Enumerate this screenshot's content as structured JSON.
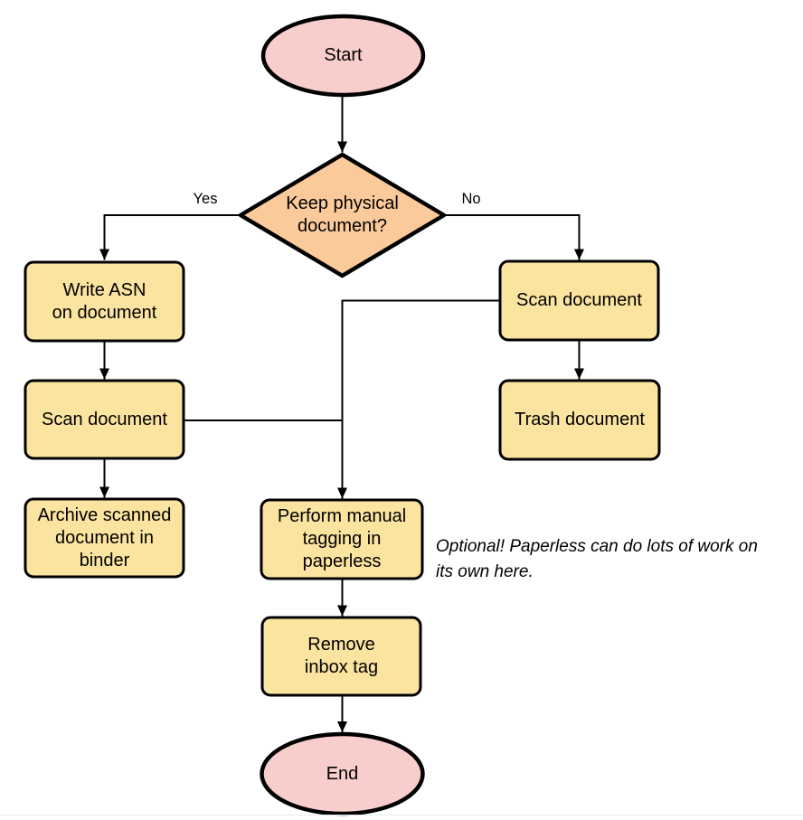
{
  "diagram": {
    "nodes": {
      "start": {
        "label": "Start",
        "shape": "terminator"
      },
      "decision": {
        "label": "Keep physical\ndocument?",
        "shape": "decision"
      },
      "write_asn": {
        "label": "Write ASN\non document",
        "shape": "process"
      },
      "scan_left": {
        "label": "Scan document",
        "shape": "process"
      },
      "archive": {
        "label": "Archive scanned\ndocument in\nbinder",
        "shape": "process"
      },
      "scan_right": {
        "label": "Scan document",
        "shape": "process"
      },
      "trash": {
        "label": "Trash document",
        "shape": "process"
      },
      "tagging": {
        "label": "Perform manual\ntagging in\npaperless",
        "shape": "process"
      },
      "remove_inbox": {
        "label": "Remove\ninbox tag",
        "shape": "process"
      },
      "end": {
        "label": "End",
        "shape": "terminator"
      }
    },
    "edge_labels": {
      "yes": "Yes",
      "no": "No"
    },
    "annotation": "Optional! Paperless can do lots of work on\nits own here.",
    "colors": {
      "terminator_fill": "#F8CECC",
      "decision_fill": "#FBCA9B",
      "process_fill": "#FBE3A0",
      "shape_stroke": "#000000",
      "connector": "#000000",
      "text": "#000000"
    }
  }
}
